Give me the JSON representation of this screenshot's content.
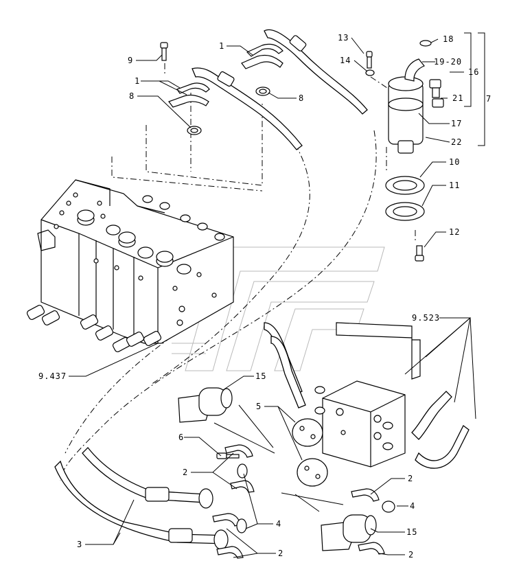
{
  "diagram": {
    "callouts": [
      {
        "key": "c1a",
        "text": "1"
      },
      {
        "key": "c1b",
        "text": "1"
      },
      {
        "key": "c9",
        "text": "9"
      },
      {
        "key": "c8a",
        "text": "8"
      },
      {
        "key": "c8b",
        "text": "8"
      },
      {
        "key": "c13",
        "text": "13"
      },
      {
        "key": "c14",
        "text": "14"
      },
      {
        "key": "c18",
        "text": "18"
      },
      {
        "key": "c1920",
        "text": "19-20"
      },
      {
        "key": "c16",
        "text": "16"
      },
      {
        "key": "c21",
        "text": "21"
      },
      {
        "key": "c7",
        "text": "7"
      },
      {
        "key": "c17",
        "text": "17"
      },
      {
        "key": "c22",
        "text": "22"
      },
      {
        "key": "c10",
        "text": "10"
      },
      {
        "key": "c11",
        "text": "11"
      },
      {
        "key": "c12",
        "text": "12"
      },
      {
        "key": "c9523",
        "text": "9.523"
      },
      {
        "key": "c9437",
        "text": "9.437"
      },
      {
        "key": "c15a",
        "text": "15"
      },
      {
        "key": "c5",
        "text": "5"
      },
      {
        "key": "c6",
        "text": "6"
      },
      {
        "key": "c2a",
        "text": "2"
      },
      {
        "key": "c2b",
        "text": "2"
      },
      {
        "key": "c4a",
        "text": "4"
      },
      {
        "key": "c4b",
        "text": "4"
      },
      {
        "key": "c3",
        "text": "3"
      },
      {
        "key": "c2c",
        "text": "2"
      },
      {
        "key": "c15b",
        "text": "15"
      },
      {
        "key": "c2d",
        "text": "2"
      }
    ]
  }
}
